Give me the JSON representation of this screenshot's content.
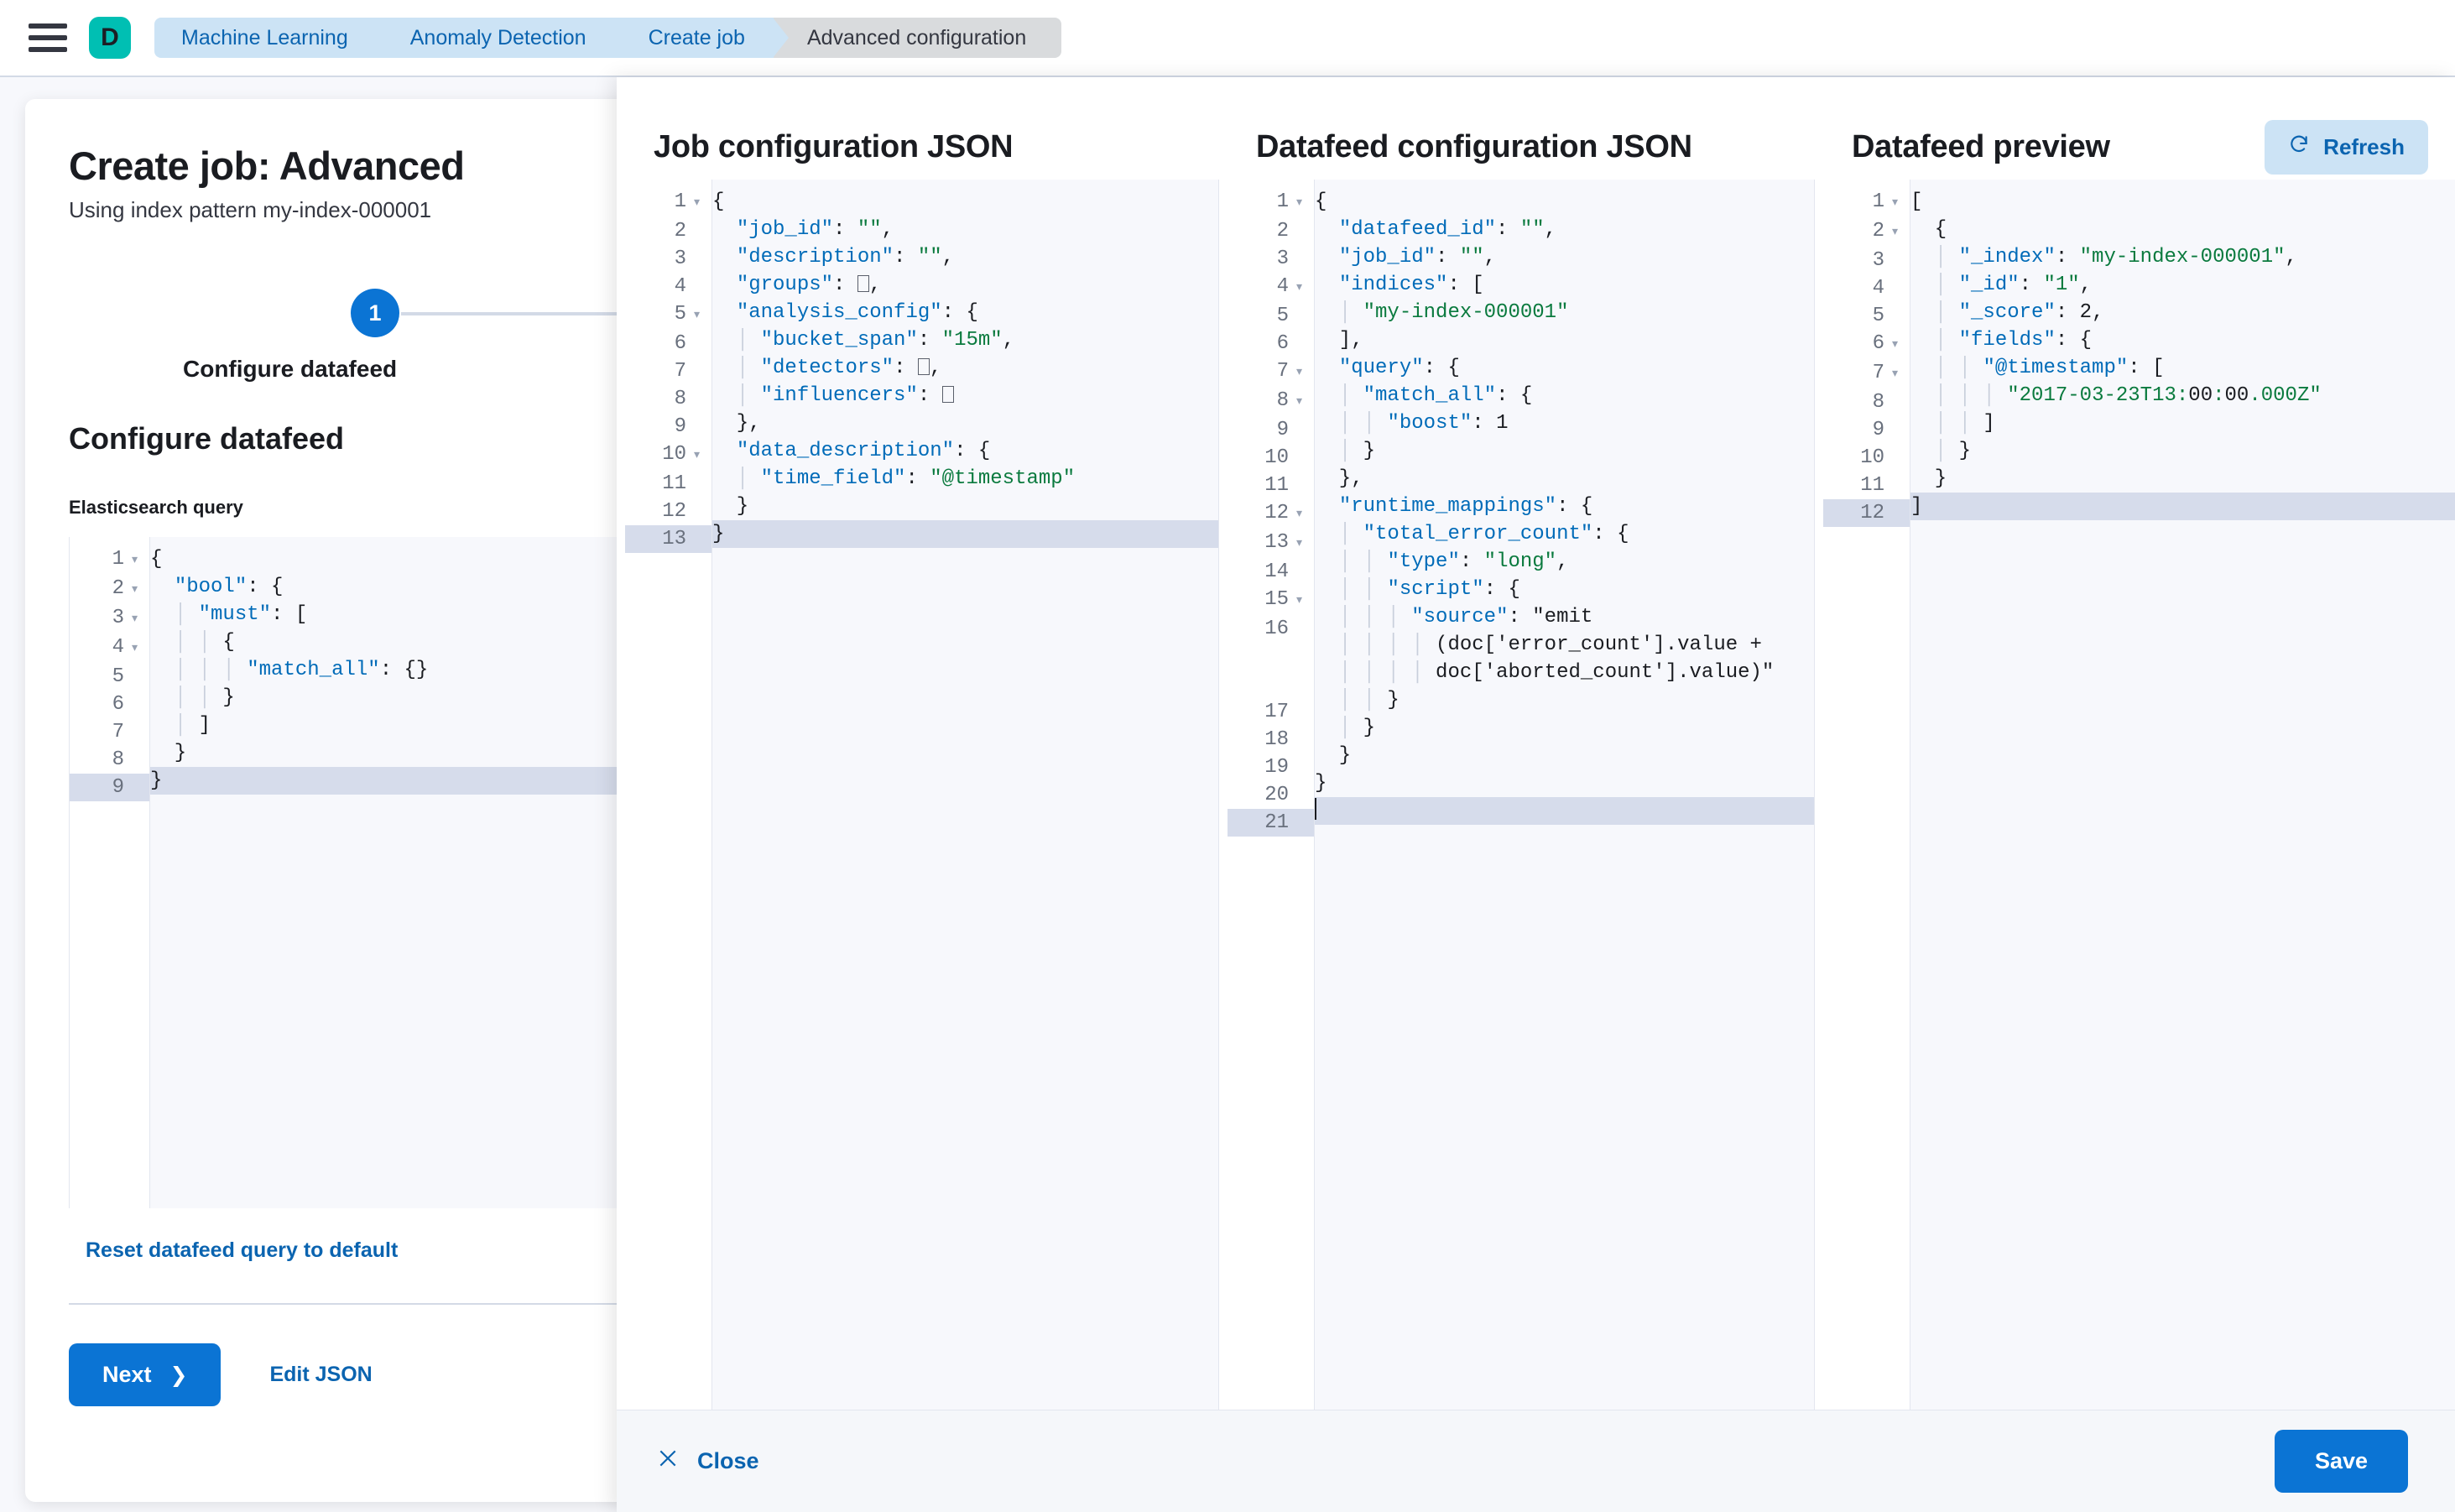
{
  "topbar": {
    "menu_icon": "hamburger-menu-icon",
    "logo_letter": "D",
    "breadcrumbs": [
      {
        "label": "Machine Learning",
        "active": false
      },
      {
        "label": "Anomaly Detection",
        "active": false
      },
      {
        "label": "Create job",
        "active": false
      },
      {
        "label": "Advanced configuration",
        "active": true
      }
    ]
  },
  "left_panel": {
    "title": "Create job: Advanced",
    "subtitle": "Using index pattern my-index-000001",
    "step_number": "1",
    "step_label": "Configure datafeed",
    "section_title": "Configure datafeed",
    "field_label": "Elasticsearch query",
    "reset_link": "Reset datafeed query to default",
    "next_button": "Next",
    "next_chevron": "chevron-right-icon",
    "edit_json_link": "Edit JSON",
    "es_query_lines": [
      {
        "n": "1",
        "fold": true,
        "hl": false,
        "text": "{"
      },
      {
        "n": "2",
        "fold": true,
        "hl": false,
        "text": "  \"bool\": {"
      },
      {
        "n": "3",
        "fold": true,
        "hl": false,
        "text": "    \"must\": ["
      },
      {
        "n": "4",
        "fold": true,
        "hl": false,
        "text": "      {"
      },
      {
        "n": "5",
        "fold": false,
        "hl": false,
        "text": "        \"match_all\": {}"
      },
      {
        "n": "6",
        "fold": false,
        "hl": false,
        "text": "      }"
      },
      {
        "n": "7",
        "fold": false,
        "hl": false,
        "text": "    ]"
      },
      {
        "n": "8",
        "fold": false,
        "hl": false,
        "text": "  }"
      },
      {
        "n": "9",
        "fold": false,
        "hl": true,
        "text": "}"
      }
    ]
  },
  "flyout": {
    "columns": [
      {
        "title": "Job configuration JSON",
        "name": "job-configuration-json",
        "lines": [
          {
            "n": "1",
            "fold": true,
            "hl": false,
            "text": "{"
          },
          {
            "n": "2",
            "fold": false,
            "hl": false,
            "text": "  \"job_id\": \"\","
          },
          {
            "n": "3",
            "fold": false,
            "hl": false,
            "text": "  \"description\": \"\","
          },
          {
            "n": "4",
            "fold": false,
            "hl": false,
            "text": "  \"groups\": [],"
          },
          {
            "n": "5",
            "fold": true,
            "hl": false,
            "text": "  \"analysis_config\": {"
          },
          {
            "n": "6",
            "fold": false,
            "hl": false,
            "text": "    \"bucket_span\": \"15m\","
          },
          {
            "n": "7",
            "fold": false,
            "hl": false,
            "text": "    \"detectors\": [],"
          },
          {
            "n": "8",
            "fold": false,
            "hl": false,
            "text": "    \"influencers\": []"
          },
          {
            "n": "9",
            "fold": false,
            "hl": false,
            "text": "  },"
          },
          {
            "n": "10",
            "fold": true,
            "hl": false,
            "text": "  \"data_description\": {"
          },
          {
            "n": "11",
            "fold": false,
            "hl": false,
            "text": "    \"time_field\": \"@timestamp\""
          },
          {
            "n": "12",
            "fold": false,
            "hl": false,
            "text": "  }"
          },
          {
            "n": "13",
            "fold": false,
            "hl": true,
            "text": "}"
          }
        ]
      },
      {
        "title": "Datafeed configuration JSON",
        "name": "datafeed-configuration-json",
        "lines": [
          {
            "n": "1",
            "fold": true,
            "hl": false,
            "text": "{"
          },
          {
            "n": "2",
            "fold": false,
            "hl": false,
            "text": "  \"datafeed_id\": \"\","
          },
          {
            "n": "3",
            "fold": false,
            "hl": false,
            "text": "  \"job_id\": \"\","
          },
          {
            "n": "4",
            "fold": true,
            "hl": false,
            "text": "  \"indices\": ["
          },
          {
            "n": "5",
            "fold": false,
            "hl": false,
            "text": "    \"my-index-000001\""
          },
          {
            "n": "6",
            "fold": false,
            "hl": false,
            "text": "  ],"
          },
          {
            "n": "7",
            "fold": true,
            "hl": false,
            "text": "  \"query\": {"
          },
          {
            "n": "8",
            "fold": true,
            "hl": false,
            "text": "    \"match_all\": {"
          },
          {
            "n": "9",
            "fold": false,
            "hl": false,
            "text": "      \"boost\": 1"
          },
          {
            "n": "10",
            "fold": false,
            "hl": false,
            "text": "    }"
          },
          {
            "n": "11",
            "fold": false,
            "hl": false,
            "text": "  },"
          },
          {
            "n": "12",
            "fold": true,
            "hl": false,
            "text": "  \"runtime_mappings\": {"
          },
          {
            "n": "13",
            "fold": true,
            "hl": false,
            "text": "    \"total_error_count\": {"
          },
          {
            "n": "14",
            "fold": false,
            "hl": false,
            "text": "      \"type\": \"long\","
          },
          {
            "n": "15",
            "fold": true,
            "hl": false,
            "text": "      \"script\": {"
          },
          {
            "n": "16",
            "fold": false,
            "hl": false,
            "text": "        \"source\": \"emit\n          (doc['error_count'].value +\n          doc['aborted_count'].value)\""
          },
          {
            "n": "17",
            "fold": false,
            "hl": false,
            "text": "      }"
          },
          {
            "n": "18",
            "fold": false,
            "hl": false,
            "text": "    }"
          },
          {
            "n": "19",
            "fold": false,
            "hl": false,
            "text": "  }"
          },
          {
            "n": "20",
            "fold": false,
            "hl": false,
            "text": "}"
          },
          {
            "n": "21",
            "fold": false,
            "hl": true,
            "text": ""
          }
        ]
      },
      {
        "title": "Datafeed preview",
        "name": "datafeed-preview",
        "refresh_label": "Refresh",
        "refresh_icon": "refresh-icon",
        "lines": [
          {
            "n": "1",
            "fold": true,
            "hl": false,
            "text": "["
          },
          {
            "n": "2",
            "fold": true,
            "hl": false,
            "text": "  {"
          },
          {
            "n": "3",
            "fold": false,
            "hl": false,
            "text": "    \"_index\": \"my-index-000001\","
          },
          {
            "n": "4",
            "fold": false,
            "hl": false,
            "text": "    \"_id\": \"1\","
          },
          {
            "n": "5",
            "fold": false,
            "hl": false,
            "text": "    \"_score\": 2,"
          },
          {
            "n": "6",
            "fold": true,
            "hl": false,
            "text": "    \"fields\": {"
          },
          {
            "n": "7",
            "fold": true,
            "hl": false,
            "text": "      \"@timestamp\": ["
          },
          {
            "n": "8",
            "fold": false,
            "hl": false,
            "text": "        \"2017-03-23T13:00:00.000Z\""
          },
          {
            "n": "9",
            "fold": false,
            "hl": false,
            "text": "      ]"
          },
          {
            "n": "10",
            "fold": false,
            "hl": false,
            "text": "    }"
          },
          {
            "n": "11",
            "fold": false,
            "hl": false,
            "text": "  }"
          },
          {
            "n": "12",
            "fold": false,
            "hl": true,
            "text": "]"
          }
        ]
      }
    ],
    "footer": {
      "close_label": "Close",
      "close_icon": "close-x-icon",
      "save_label": "Save"
    }
  },
  "colors": {
    "accent_blue": "#0b74d4",
    "link_blue": "#0b64b0",
    "brand_teal": "#00bfb3",
    "crumb_blue_bg": "#cce3f5",
    "string_green": "#0a7a3e",
    "key_blue": "#006bb8"
  }
}
